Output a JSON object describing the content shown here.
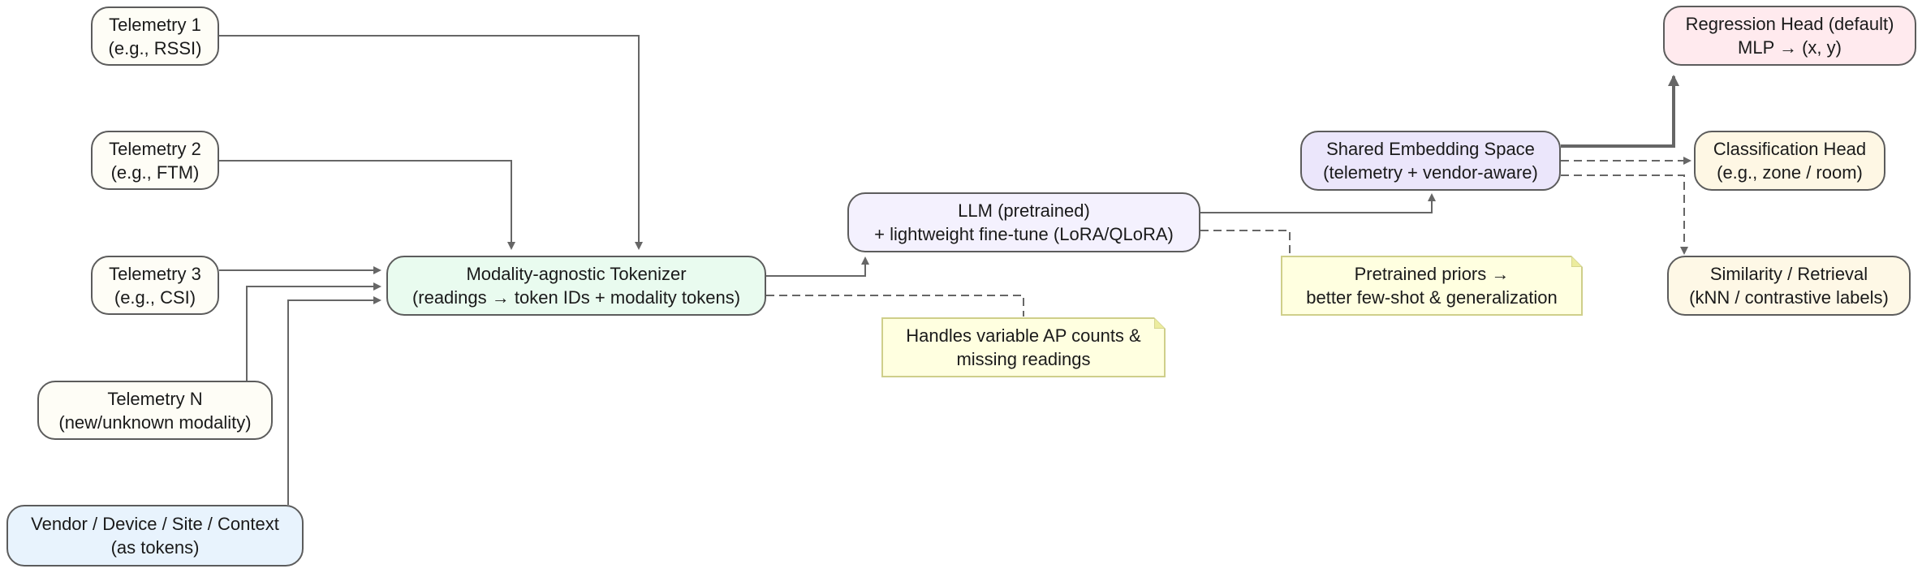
{
  "colors": {
    "telemetry_fill": "#fefdf6",
    "vendor_fill": "#e8f3fd",
    "tokenizer_fill": "#e9fbef",
    "llm_fill": "#f4f1fe",
    "embedding_fill": "#ebe6fb",
    "regression_fill": "#ffeaee",
    "classification_fill": "#fef7e4",
    "similarity_fill": "#fef8e6",
    "note_fill": "#ffffe0",
    "note_border": "#cfcf8a",
    "edge": "#666666",
    "node_border": "#5c5c5c"
  },
  "nodes": {
    "telemetry1": {
      "line1": "Telemetry 1",
      "line2": "(e.g., RSSI)"
    },
    "telemetry2": {
      "line1": "Telemetry 2",
      "line2": "(e.g., FTM)"
    },
    "telemetry3": {
      "line1": "Telemetry 3",
      "line2": "(e.g., CSI)"
    },
    "telemetryN": {
      "line1": "Telemetry N",
      "line2": "(new/unknown modality)"
    },
    "vendor": {
      "line1": "Vendor / Device / Site / Context",
      "line2": "(as tokens)"
    },
    "tokenizer": {
      "line1": "Modality-agnostic Tokenizer",
      "line2": "(readings → token IDs + modality tokens)"
    },
    "llm": {
      "line1": "LLM (pretrained)",
      "line2": "+ lightweight fine-tune (LoRA/QLoRA)"
    },
    "embedding": {
      "line1": "Shared Embedding Space",
      "line2": "(telemetry + vendor-aware)"
    },
    "regression": {
      "line1": "Regression Head (default)",
      "line2": "MLP → (x, y)"
    },
    "classification": {
      "line1": "Classification Head",
      "line2": "(e.g., zone / room)"
    },
    "similarity": {
      "line1": "Similarity / Retrieval",
      "line2": "(kNN / contrastive labels)"
    }
  },
  "notes": {
    "tokenizer_note": {
      "line1": "Handles variable AP counts &",
      "line2": "missing readings"
    },
    "llm_note": {
      "line1": "Pretrained priors →",
      "line2": "better few-shot & generalization"
    }
  }
}
